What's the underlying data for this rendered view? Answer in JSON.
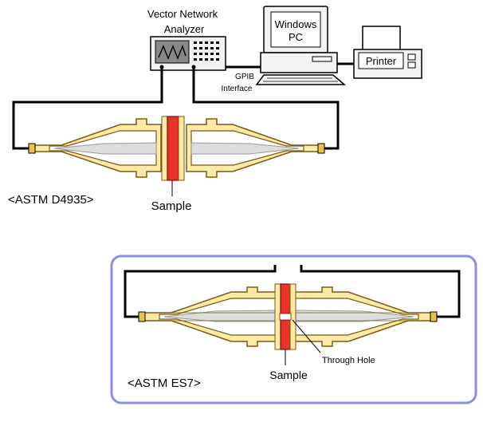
{
  "equipment": {
    "vna_label_line1": "Vector Network",
    "vna_label_line2": "Analyzer",
    "pc_label_line1": "Windows",
    "pc_label_line2": "PC",
    "printer_label": "Printer",
    "interface_label_line1": "GPIB",
    "interface_label_line2": "Interface"
  },
  "setup_top": {
    "standard_label": "<ASTM D4935>",
    "sample_label": "Sample"
  },
  "setup_bottom": {
    "standard_label": "<ASTM ES7>",
    "sample_label": "Sample",
    "hole_label": "Through Hole"
  },
  "colors": {
    "holder_fill": "#FFE9A6",
    "holder_stroke": "#7A5A10",
    "sample_fill": "#E8322A",
    "sample_stroke": "#7A1010",
    "conductor_fill": "#DDDDDD",
    "cable": "#000000",
    "panel_border": "#8C8CF0",
    "equipment_fill": "#F3F3F3",
    "vna_screen": "#888888"
  }
}
